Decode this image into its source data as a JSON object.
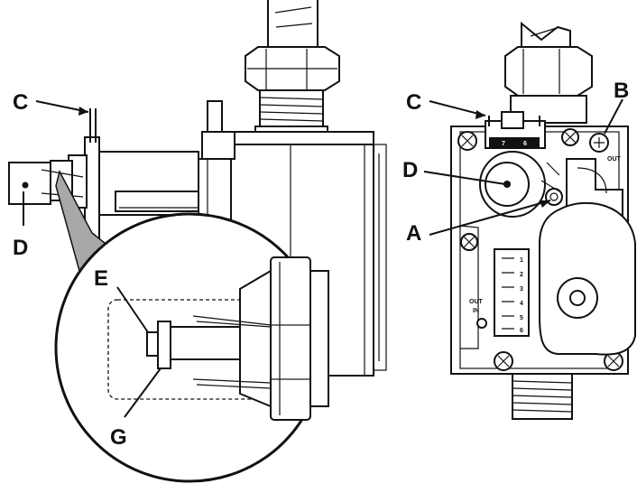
{
  "callouts": {
    "left": {
      "c": "C",
      "d": "D"
    },
    "inset": {
      "e": "E",
      "g": "G"
    },
    "right": {
      "c": "C",
      "a": "A",
      "b": "B",
      "d": "D"
    }
  },
  "valve_markings": {
    "dial_numbers": [
      "7",
      "6"
    ],
    "out_label": "OUT",
    "side_labels": [
      "OUT",
      "IN"
    ],
    "knob_positions": [
      "1",
      "2",
      "3",
      "4",
      "5",
      "6"
    ]
  },
  "colors": {
    "line": "#111111",
    "fill": "#ffffff",
    "callout_pointer": "#a8a8a8"
  }
}
